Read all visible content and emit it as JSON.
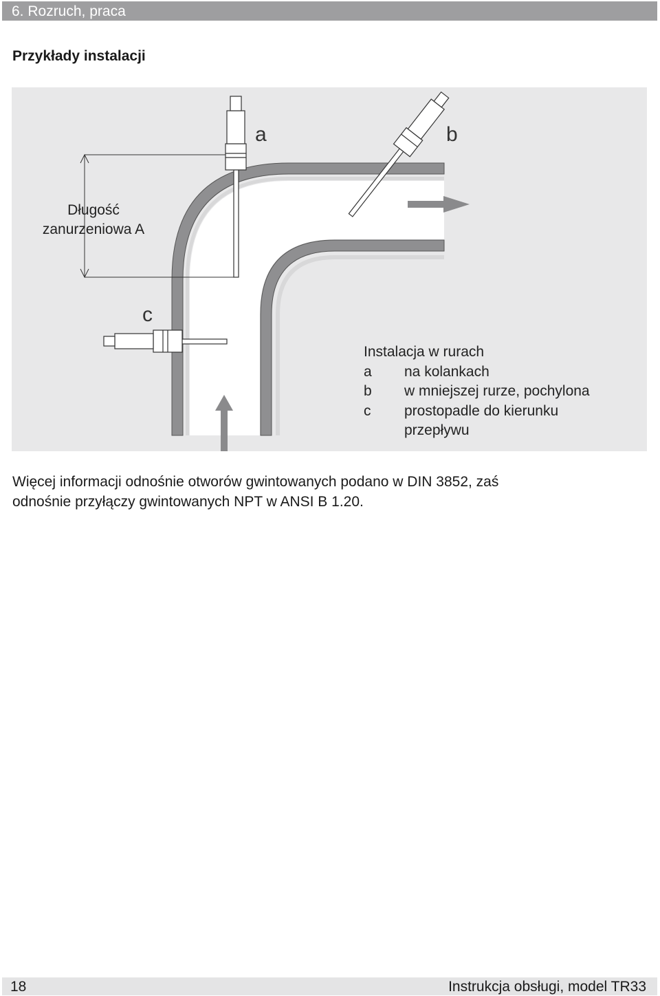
{
  "header": {
    "title": "6. Rozruch, praca"
  },
  "section": {
    "title": "Przykłady instalacji"
  },
  "figure": {
    "dimension_label_line1": "Długość",
    "dimension_label_line2": "zanurzeniowa A",
    "labels": {
      "a": "a",
      "b": "b",
      "c": "c"
    },
    "legend": {
      "title": "Instalacja w rurach",
      "items": [
        {
          "key": "a",
          "text": "na kolankach"
        },
        {
          "key": "b",
          "text": "w mniejszej rurze, pochylona"
        },
        {
          "key": "c",
          "text": "prostopadle do kierunku"
        },
        {
          "key": "",
          "text": "przepływu"
        }
      ]
    }
  },
  "body": {
    "line1": "Więcej informacji odnośnie otworów gwintowanych podano w DIN 3852, zaś",
    "line2": "odnośnie przyłączy gwintowanych NPT w ANSI B 1.20."
  },
  "footer": {
    "page_number": "18",
    "doc_ref": "Instrukcja obsługi, model TR33"
  }
}
